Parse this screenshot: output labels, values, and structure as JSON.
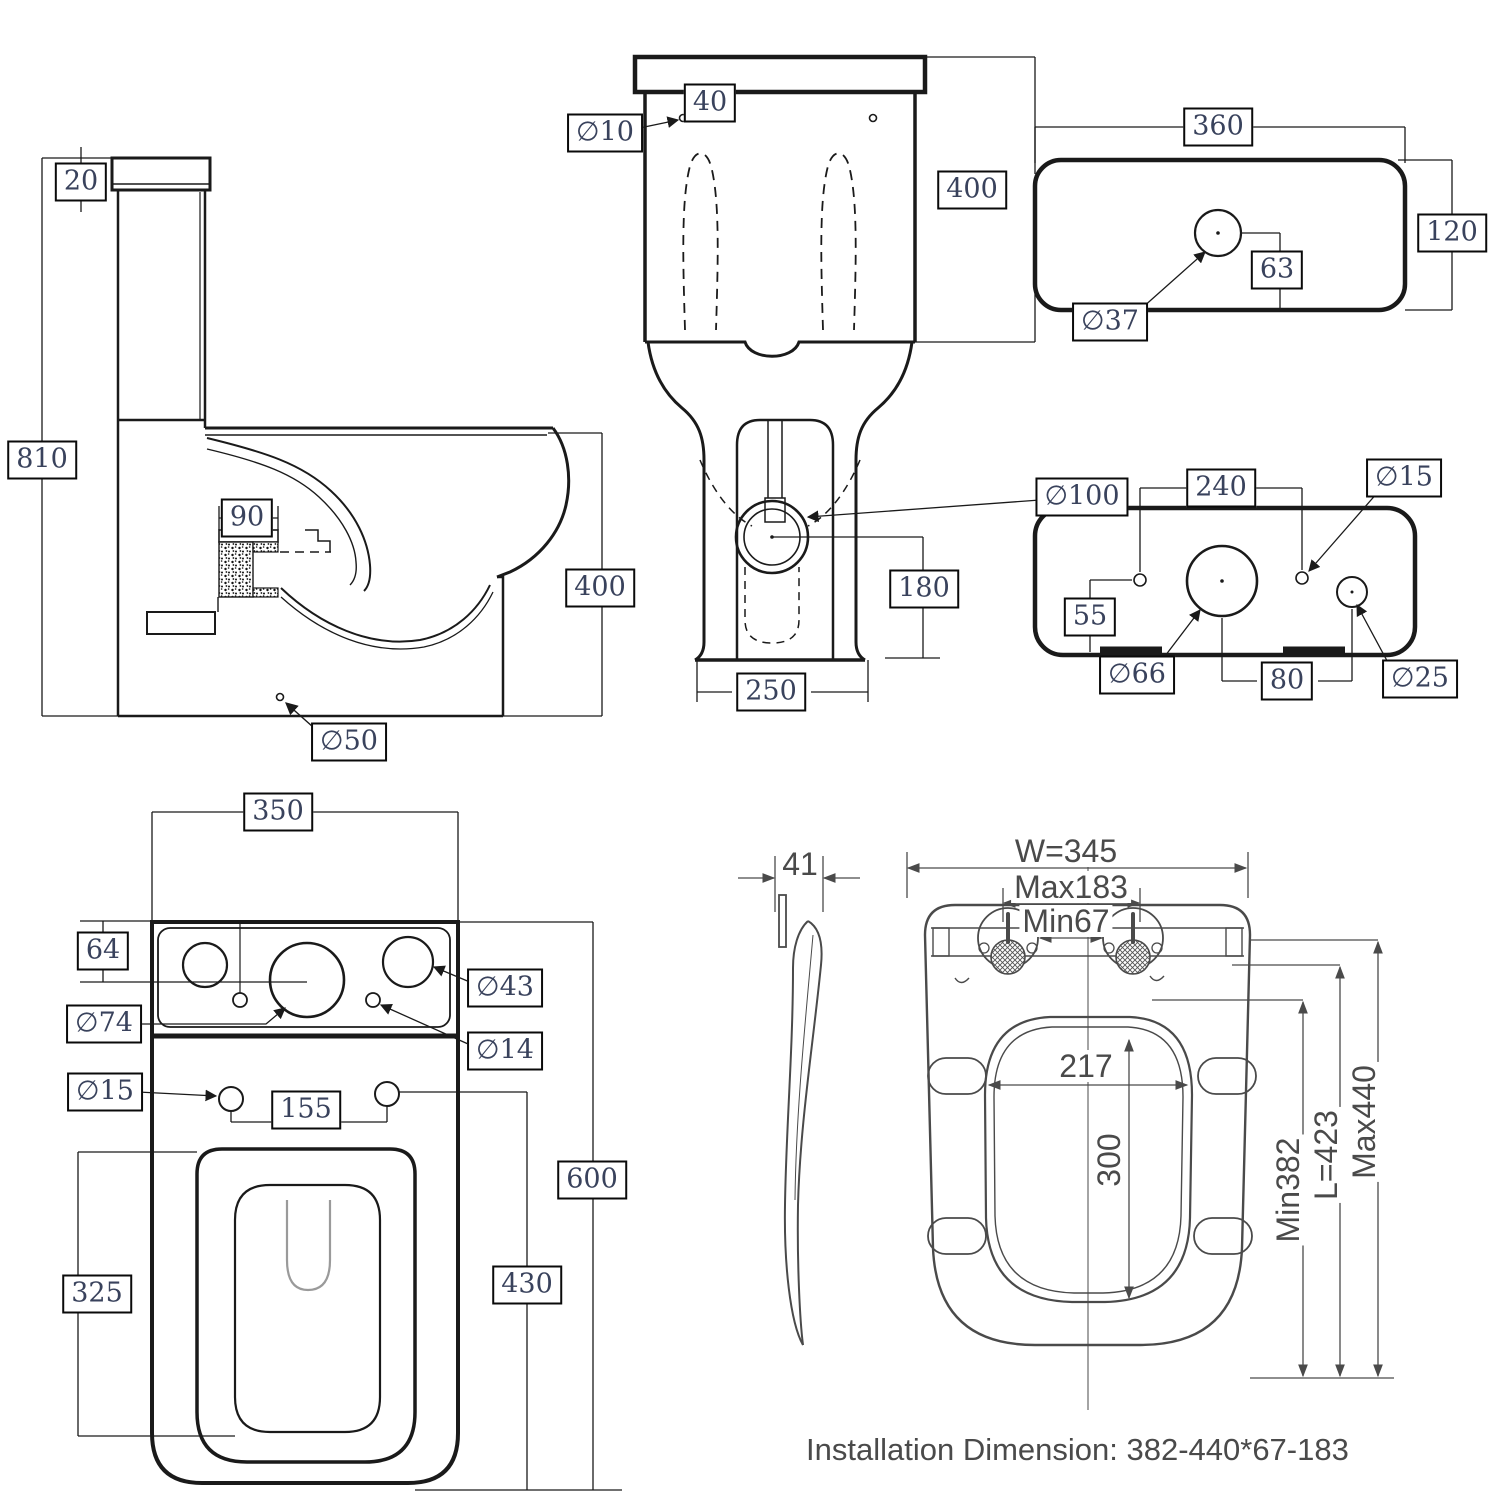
{
  "drawing": {
    "kind": "toilet installation technical drawing",
    "colors": {
      "cad_line": "#1a1a1a",
      "seat_line": "#4a4a4a",
      "dim_text": "#39425c",
      "background": "#ffffff"
    },
    "views": {
      "side": {
        "title": "side-section-view",
        "dims": {
          "lid_thickness": "20",
          "overall_height": "810",
          "spud_width": "90",
          "bowl_height": "400",
          "outlet_diameter": "∅50"
        }
      },
      "front": {
        "title": "front-view",
        "dims": {
          "hole_diameter": "∅10",
          "hole_offset": "40",
          "tank_height": "400",
          "trap_diameter": "∅100",
          "trap_center_height": "180",
          "base_width": "250"
        }
      },
      "lid_top": {
        "title": "cistern-lid-top-view",
        "dims": {
          "width": "360",
          "depth": "120",
          "button_offset": "63",
          "button_diameter": "∅37"
        }
      },
      "tank_bottom": {
        "title": "cistern-base-view",
        "dims": {
          "bolt_spacing": "240",
          "bolt_diameter": "∅15",
          "edge_offset": "55",
          "flush_outlet_diameter": "∅66",
          "valve_offset": "80",
          "valve_diameter": "∅25"
        }
      },
      "top": {
        "title": "pan-top-view",
        "dims": {
          "tank_width": "350",
          "hole_center_offset": "64",
          "flush_hole_diameter": "∅74",
          "side_hole_diameter": "∅43",
          "small_hole_diameter": "∅14",
          "seat_bolt_diameter": "∅15",
          "seat_bolt_spacing": "155",
          "pan_length": "600",
          "seat_area_length": "430",
          "opening_length": "325"
        }
      },
      "seat": {
        "title": "seat-views",
        "dims": {
          "thickness": "41",
          "width": "W=345",
          "hinge_max": "Max183",
          "hinge_min": "Min67",
          "opening_width": "217",
          "opening_length": "300",
          "length_min": "Min382",
          "length": "L=423",
          "length_max": "Max440"
        },
        "note": "Installation Dimension: 382-440*67-183"
      }
    }
  }
}
